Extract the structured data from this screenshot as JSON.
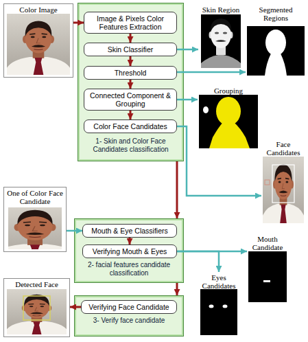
{
  "diagram": {
    "nodes": [
      {
        "text": [
          "Color Image"
        ]
      },
      {
        "text": [
          "1- Skin and Color Face Candidates classification"
        ]
      },
      {
        "text": [
          "Image & Pixels Color Features Extraction"
        ],
        "in": 1
      },
      {
        "text": [
          "Skin Classifier"
        ],
        "in": 1
      },
      {
        "text": [
          "Threshold"
        ],
        "in": 1
      },
      {
        "text": [
          "Connected Component & Grouping"
        ],
        "in": 1
      },
      {
        "text": [
          "Color Face Candidates"
        ],
        "in": 1
      },
      {
        "text": [
          "Skin Region"
        ]
      },
      {
        "text": [
          "Segmented Regions"
        ]
      },
      {
        "text": [
          "Grouping"
        ]
      },
      {
        "text": [
          "Face Candidates"
        ]
      },
      {
        "text": [
          "One of Color Face Candidate"
        ]
      },
      {
        "text": [
          "2- facial features candidate classification"
        ]
      },
      {
        "text": [
          "Mouth & Eye Classifiers"
        ],
        "in": 12
      },
      {
        "text": [
          "Verifying Mouth & Eyes"
        ],
        "in": 12
      },
      {
        "text": [
          "Mouth Candidate"
        ]
      },
      {
        "text": [
          "Eyes Candidates"
        ]
      },
      {
        "text": [
          "Detected Face"
        ]
      },
      {
        "text": [
          "3- Verify face candidate"
        ]
      },
      {
        "text": [
          "Verifying Face Candidate"
        ],
        "in": 18
      }
    ],
    "edges": [
      {
        "from": 0,
        "to": 2,
        "arrow": "to"
      },
      {
        "from": 2,
        "to": 3,
        "arrow": "to"
      },
      {
        "from": 3,
        "to": 4,
        "arrow": "to"
      },
      {
        "from": 4,
        "to": 5,
        "arrow": "to"
      },
      {
        "from": 5,
        "to": 6,
        "arrow": "to"
      },
      {
        "from": 3,
        "to": 7,
        "arrow": "to"
      },
      {
        "from": 4,
        "to": 8,
        "arrow": "to"
      },
      {
        "from": 5,
        "to": 9,
        "arrow": "to"
      },
      {
        "from": 6,
        "to": 10,
        "arrow": "to"
      },
      {
        "from": 1,
        "to": 12,
        "arrow": "to"
      },
      {
        "from": 11,
        "to": 13,
        "arrow": "to"
      },
      {
        "from": 13,
        "to": 14,
        "arrow": "to"
      },
      {
        "from": 14,
        "to": 15,
        "arrow": "to"
      },
      {
        "from": 14,
        "to": 16,
        "arrow": "to"
      },
      {
        "from": 12,
        "to": 18,
        "arrow": "to"
      },
      {
        "from": 19,
        "to": 17,
        "arrow": "to"
      }
    ]
  }
}
